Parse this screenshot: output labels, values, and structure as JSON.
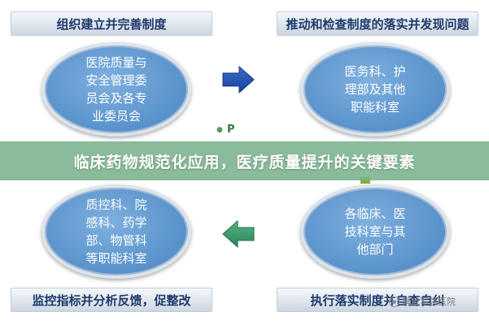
{
  "titles": {
    "top_left": "组织建立并完善制度",
    "top_right": "推动和检查制度的落实并发现问题",
    "bottom_left": "监控指标并分析反馈，促整改",
    "bottom_right": "执行落实制度并自查自纠"
  },
  "nodes": {
    "top_left": [
      "医院质量与",
      "安全管理委",
      "员会及各专",
      "业委员会"
    ],
    "top_right": [
      "医务科、护",
      "理部及其他",
      "职能科室"
    ],
    "bottom_left": [
      "质控科、院",
      "感科、药学",
      "部、物管科",
      "等职能科室"
    ],
    "bottom_right": [
      "各临床、医",
      "技科室与其",
      "他部门"
    ]
  },
  "banner": {
    "text": "临床药物规范化应用，医疗质量提升的关键要素"
  },
  "cycle": {
    "p_label": "P"
  },
  "watermark": {
    "text": "解放军总医院"
  },
  "colors": {
    "node_blue": "#5f97cf",
    "title_text": "#1e3a6b",
    "arrow_right": "#1f4fb0",
    "arrow_left": "#3a9a6a",
    "banner_green": "#7ab28c"
  },
  "icons": {
    "right_arrow": "right-arrow-icon",
    "left_arrow": "left-arrow-icon",
    "watermark": "chat-bubble-icon"
  }
}
